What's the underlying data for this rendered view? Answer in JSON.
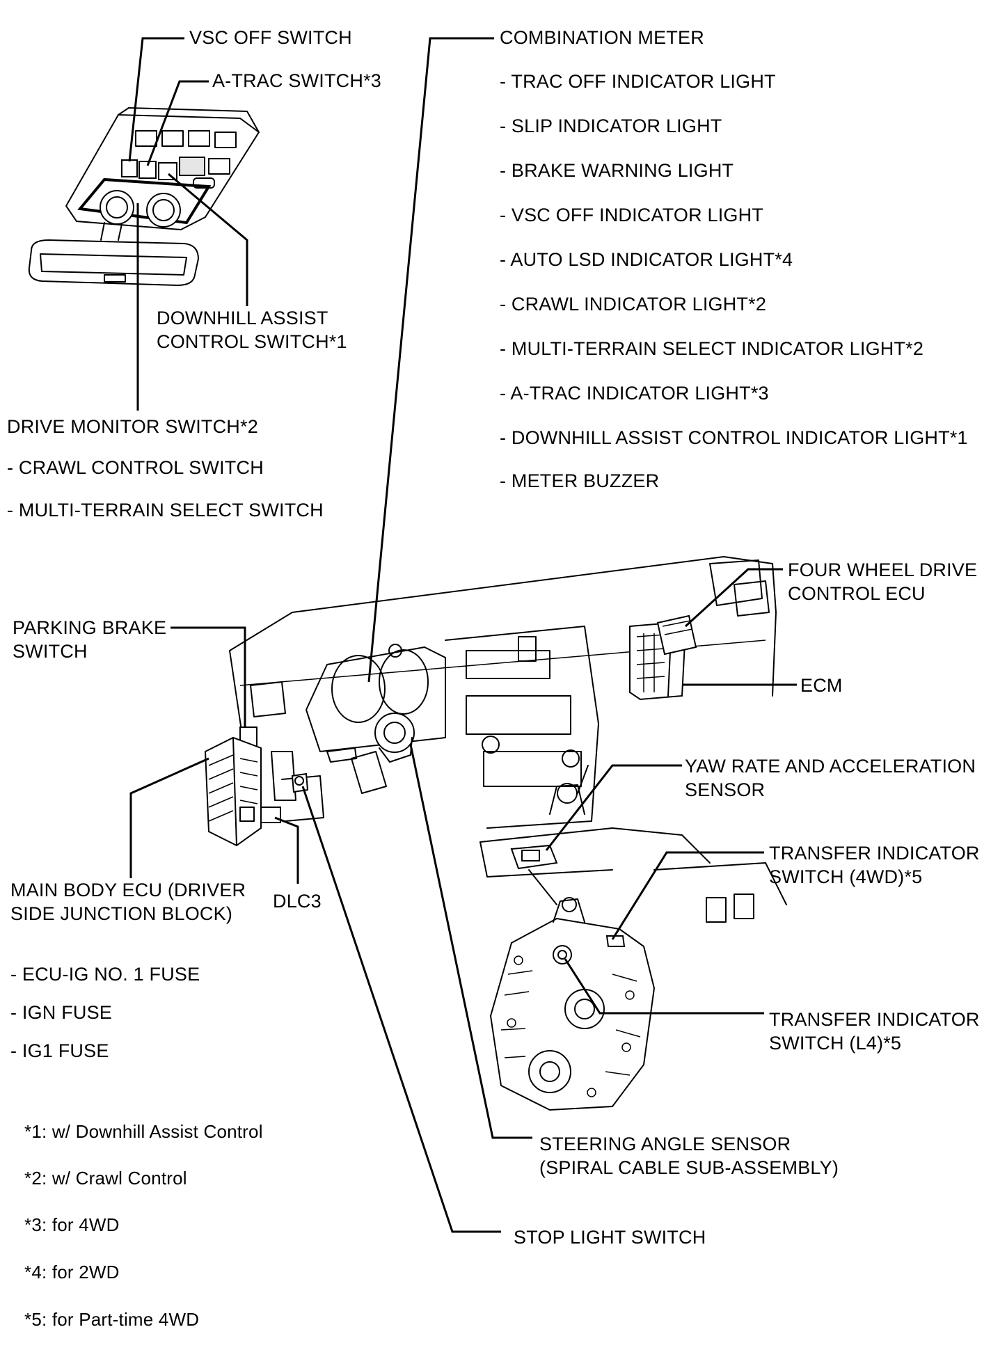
{
  "labels": {
    "vsc_off_switch": "VSC OFF SWITCH",
    "a_trac_switch": "A-TRAC SWITCH*3",
    "downhill_switch_1": "DOWNHILL ASSIST",
    "downhill_switch_2": "CONTROL SWITCH*1",
    "drive_monitor": "DRIVE MONITOR SWITCH*2",
    "crawl_control_switch": "- CRAWL CONTROL SWITCH",
    "multi_terrain_switch": "- MULTI-TERRAIN SELECT SWITCH",
    "combination_meter": "COMBINATION METER",
    "parking_brake_1": "PARKING BRAKE",
    "parking_brake_2": "SWITCH",
    "four_wheel_ecu_1": "FOUR WHEEL DRIVE",
    "four_wheel_ecu_2": "CONTROL ECU",
    "ecm": "ECM",
    "yaw_rate_1": "YAW RATE AND ACCELERATION",
    "yaw_rate_2": "SENSOR",
    "transfer_4wd_1": "TRANSFER INDICATOR",
    "transfer_4wd_2": "SWITCH (4WD)*5",
    "main_body_ecu_1": "MAIN BODY ECU (DRIVER",
    "main_body_ecu_2": "SIDE JUNCTION BLOCK)",
    "dlc3": "DLC3",
    "transfer_l4_1": "TRANSFER INDICATOR",
    "transfer_l4_2": "SWITCH (L4)*5",
    "steering_1": "STEERING ANGLE SENSOR",
    "steering_2": "(SPIRAL CABLE SUB-ASSEMBLY)",
    "stop_light": "STOP LIGHT SWITCH"
  },
  "meter_items": [
    "- TRAC OFF INDICATOR LIGHT",
    "- SLIP INDICATOR LIGHT",
    "- BRAKE WARNING LIGHT",
    "- VSC OFF INDICATOR LIGHT",
    "- AUTO LSD INDICATOR LIGHT*4",
    "- CRAWL INDICATOR LIGHT*2",
    "- MULTI-TERRAIN SELECT INDICATOR LIGHT*2",
    "- A-TRAC INDICATOR LIGHT*3",
    "- DOWNHILL ASSIST CONTROL INDICATOR LIGHT*1",
    "- METER BUZZER"
  ],
  "fuses": [
    "- ECU-IG NO. 1 FUSE",
    "- IGN FUSE",
    "- IG1 FUSE"
  ],
  "notes": [
    "*1: w/ Downhill Assist Control",
    "*2: w/ Crawl Control",
    "*3: for 4WD",
    "*4: for 2WD",
    "*5: for Part-time 4WD"
  ]
}
